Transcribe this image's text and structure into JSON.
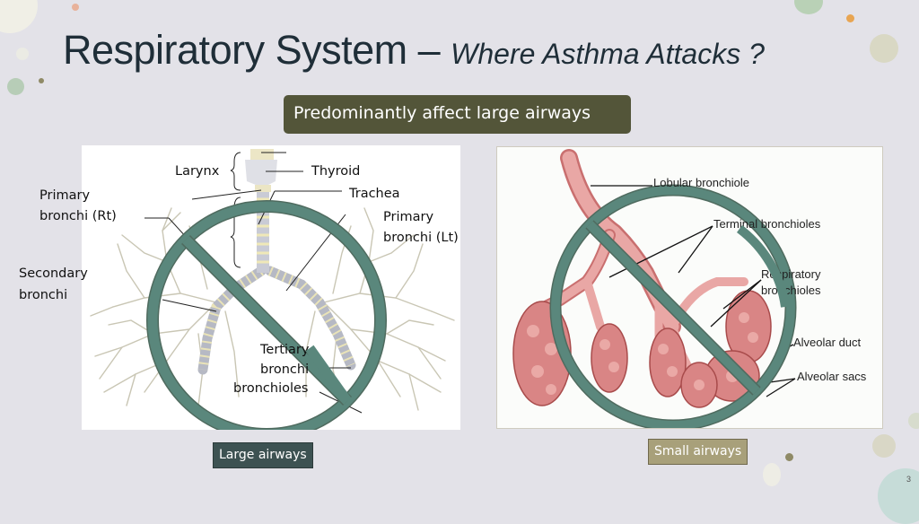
{
  "slide": {
    "title_main": "Respiratory System",
    "title_dash": " – ",
    "title_sub": "Where Asthma Attacks ?",
    "banner": "Predominantly affect large airways",
    "page_number": "3"
  },
  "left_diagram": {
    "labels": {
      "larynx": "Larynx",
      "thyroid": "Thyroid",
      "trachea": "Trachea",
      "primary_rt_1": "Primary",
      "primary_rt_2": "bronchi (Rt)",
      "primary_lt_1": "Primary",
      "primary_lt_2": "bronchi (Lt)",
      "secondary_1": "Secondary",
      "secondary_2": "bronchi",
      "tertiary_1": "Tertiary",
      "tertiary_2": "bronchi",
      "bronchioles": "bronchioles"
    },
    "caption": "Large airways"
  },
  "right_diagram": {
    "labels": {
      "lobular": "Lobular bronchiole",
      "terminal": "Terminal bronchioles",
      "respiratory_1": "Respiratory",
      "respiratory_2": "bronchioles",
      "alveolar_duct": "Alveolar duct",
      "alveolar_sacs": "Alveolar sacs"
    },
    "caption": "Small airways"
  },
  "colors": {
    "background": "#e3e2e8",
    "banner": "#535539",
    "prohibition": "#5a877c",
    "large_tag": "#3d5252",
    "small_tag": "#a8a07a"
  }
}
